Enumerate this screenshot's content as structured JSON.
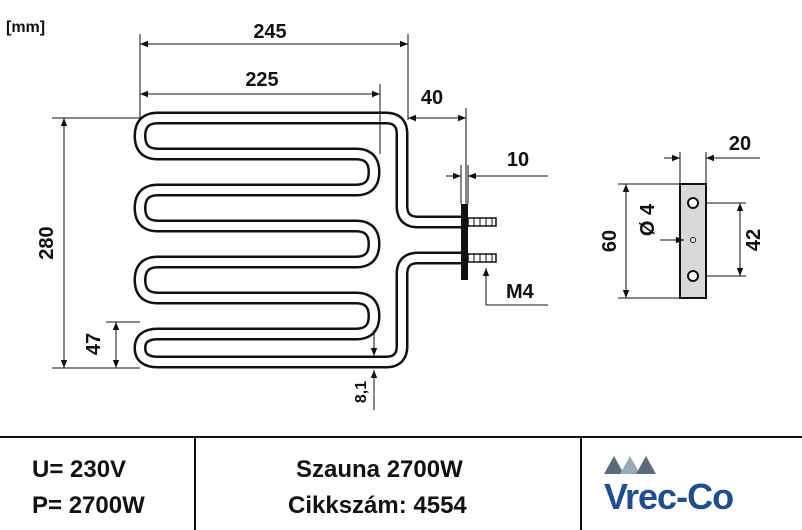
{
  "unit_label": "[mm]",
  "dimensions": {
    "overall_width": "245",
    "coil_width": "225",
    "terminal_offset": "40",
    "plate_thickness": "10",
    "height": "280",
    "loop_pitch": "47",
    "tube_diameter": "8,1",
    "thread": "M4",
    "plate_width": "20",
    "plate_height": "60",
    "hole_diameter": "Ø 4",
    "hole_spacing": "42"
  },
  "title_block": {
    "voltage": "U= 230V",
    "power": "P= 2700W",
    "product": "Szauna 2700W",
    "article": "Cikkszám: 4554",
    "logo": "Vrec-Co"
  },
  "colors": {
    "tube": "#111111",
    "plate": "#d8d8d8",
    "logo": "#1e4e8c"
  }
}
